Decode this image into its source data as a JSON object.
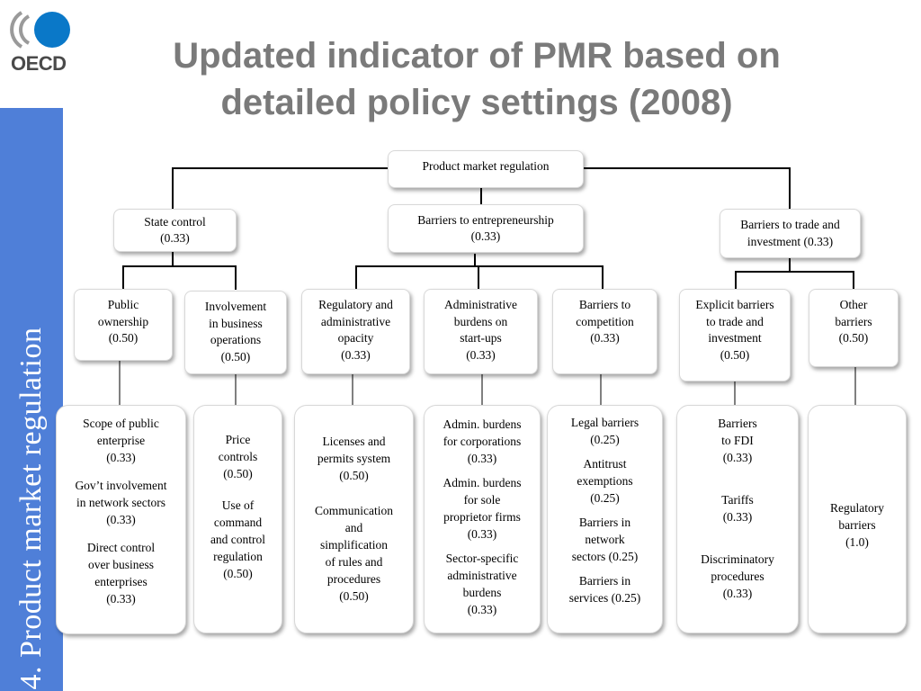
{
  "logo": {
    "text": "OECD",
    "brand_color": "#0a78c8",
    "arc_color": "#9a9a9a"
  },
  "title": "Updated indicator of PMR based on\ndetailed policy settings (2008)",
  "sidebar": {
    "text": "4. Product market regulation",
    "color": "#4f7fd8"
  },
  "root": {
    "label": "Product market regulation"
  },
  "level1": {
    "state_control": "State control\n(0.33)",
    "barriers_entrepreneurship": "Barriers to entrepreneurship\n(0.33)",
    "barriers_trade": "Barriers to trade and\ninvestment   (0.33)"
  },
  "level2": {
    "public_ownership": "Public\nownership\n(0.50)",
    "involvement_business": "Involvement\nin business\noperations\n(0.50)",
    "regulatory_opacity": "Regulatory and\nadministrative\nopacity\n(0.33)",
    "admin_burdens": "Administrative\nburdens on\nstart-ups\n(0.33)",
    "barriers_competition": "Barriers to\ncompetition\n(0.33)",
    "explicit_barriers": "Explicit barriers\nto trade and\ninvestment\n(0.50)",
    "other_barriers": "Other\nbarriers\n(0.50)"
  },
  "level3": {
    "public_ownership_items": [
      "Scope of public\nenterprise\n(0.33)",
      "Gov’t involvement\nin network sectors\n(0.33)",
      "Direct control\nover business\nenterprises\n(0.33)"
    ],
    "involvement_items": [
      "Price\ncontrols\n(0.50)",
      "Use of\ncommand\nand control\nregulation\n(0.50)"
    ],
    "opacity_items": [
      "Licenses and\npermits system\n(0.50)",
      "Communication\nand\nsimplification\nof rules and\nprocedures\n(0.50)"
    ],
    "admin_items": [
      "Admin. burdens\nfor corporations\n(0.33)",
      "Admin. burdens\nfor sole\nproprietor firms\n(0.33)",
      "Sector-specific\nadministrative\nburdens\n(0.33)"
    ],
    "competition_items": [
      "Legal barriers\n(0.25)",
      "Antitrust\nexemptions\n(0.25)",
      "Barriers in\nnetwork\nsectors (0.25)",
      "Barriers in\nservices (0.25)"
    ],
    "explicit_items": [
      "Barriers\nto FDI\n(0.33)",
      "Tariffs\n(0.33)",
      "Discriminatory\nprocedures\n(0.33)"
    ],
    "other_items": [
      "Regulatory\nbarriers\n(1.0)"
    ]
  }
}
